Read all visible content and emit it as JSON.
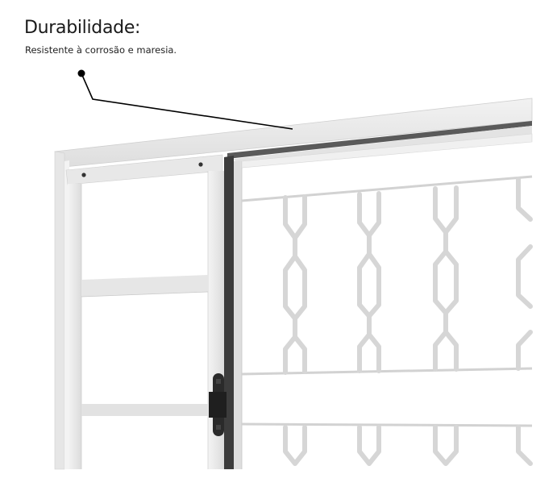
{
  "heading": {
    "title": "Durabilidade:",
    "subtitle": "Resistente à corrosão e maresia."
  },
  "callout": {
    "dot": [
      101,
      91
    ],
    "elbow": [
      115,
      123
    ],
    "end": [
      363,
      160
    ],
    "color": "#000000"
  },
  "product": {
    "type": "sliding-window-frame-with-grille",
    "frame_color": "#e9e9e9",
    "seal_color": "#3a3a3a",
    "latch_color": "#2b2b2b",
    "grille_color": "#d6d6d6"
  }
}
